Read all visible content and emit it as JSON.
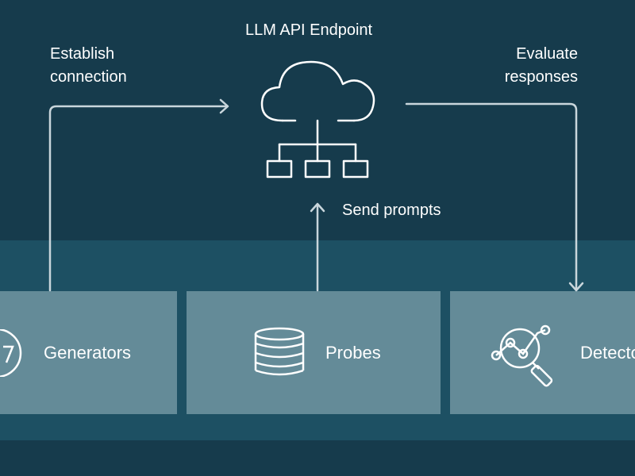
{
  "endpoint": {
    "title": "LLM API Endpoint",
    "icon": "cloud-network-icon"
  },
  "flows": {
    "establish": {
      "line1": "Establish",
      "line2": "connection"
    },
    "evaluate": {
      "line1": "Evaluate",
      "line2": "responses"
    },
    "send": "Send prompts"
  },
  "components": [
    {
      "label": "Generators",
      "icon": "generator-icon"
    },
    {
      "label": "Probes",
      "icon": "database-icon"
    },
    {
      "label": "Detectors",
      "icon": "magnifier-chart-icon"
    }
  ],
  "colors": {
    "background": "#163b4c",
    "band": "#1d5063",
    "card": "#648b98",
    "line": "#c9d6dc"
  }
}
